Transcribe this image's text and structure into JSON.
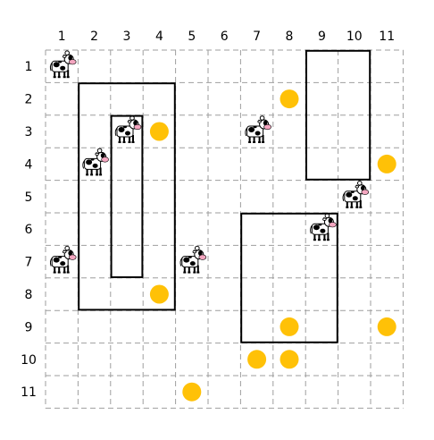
{
  "grid": {
    "cols": 11,
    "rows": 11,
    "col_labels": [
      "1",
      "2",
      "3",
      "4",
      "5",
      "6",
      "7",
      "8",
      "9",
      "10",
      "11"
    ],
    "row_labels": [
      "1",
      "2",
      "3",
      "4",
      "5",
      "6",
      "7",
      "8",
      "9",
      "10",
      "11"
    ],
    "line_color": "#9e9e9e"
  },
  "pens": [
    {
      "id": "pen-a",
      "col_start": 2,
      "col_end": 4,
      "row_start": 2,
      "row_end": 8
    },
    {
      "id": "pen-b",
      "col_start": 3,
      "col_end": 3,
      "row_start": 3,
      "row_end": 7
    },
    {
      "id": "pen-c",
      "col_start": 9,
      "col_end": 10,
      "row_start": 1,
      "row_end": 4
    },
    {
      "id": "pen-d",
      "col_start": 7,
      "col_end": 9,
      "row_start": 6,
      "row_end": 9
    }
  ],
  "cows": [
    {
      "col": 1,
      "row": 1
    },
    {
      "col": 3,
      "row": 3
    },
    {
      "col": 7,
      "row": 3
    },
    {
      "col": 2,
      "row": 4
    },
    {
      "col": 10,
      "row": 5
    },
    {
      "col": 9,
      "row": 6
    },
    {
      "col": 1,
      "row": 7
    },
    {
      "col": 5,
      "row": 7
    }
  ],
  "hay": [
    {
      "col": 8,
      "row": 2
    },
    {
      "col": 4,
      "row": 3
    },
    {
      "col": 11,
      "row": 4
    },
    {
      "col": 4,
      "row": 8
    },
    {
      "col": 8,
      "row": 9
    },
    {
      "col": 11,
      "row": 9
    },
    {
      "col": 7,
      "row": 10
    },
    {
      "col": 8,
      "row": 10
    },
    {
      "col": 5,
      "row": 11
    }
  ],
  "colors": {
    "hay": "#FFC107",
    "pen_border": "#000000",
    "cow_body": "#ffffff",
    "cow_spots": "#000000",
    "cow_snout": "#f4a6c0"
  },
  "icons": {
    "cow": "cow-icon",
    "hay": "hay-bale-icon"
  }
}
